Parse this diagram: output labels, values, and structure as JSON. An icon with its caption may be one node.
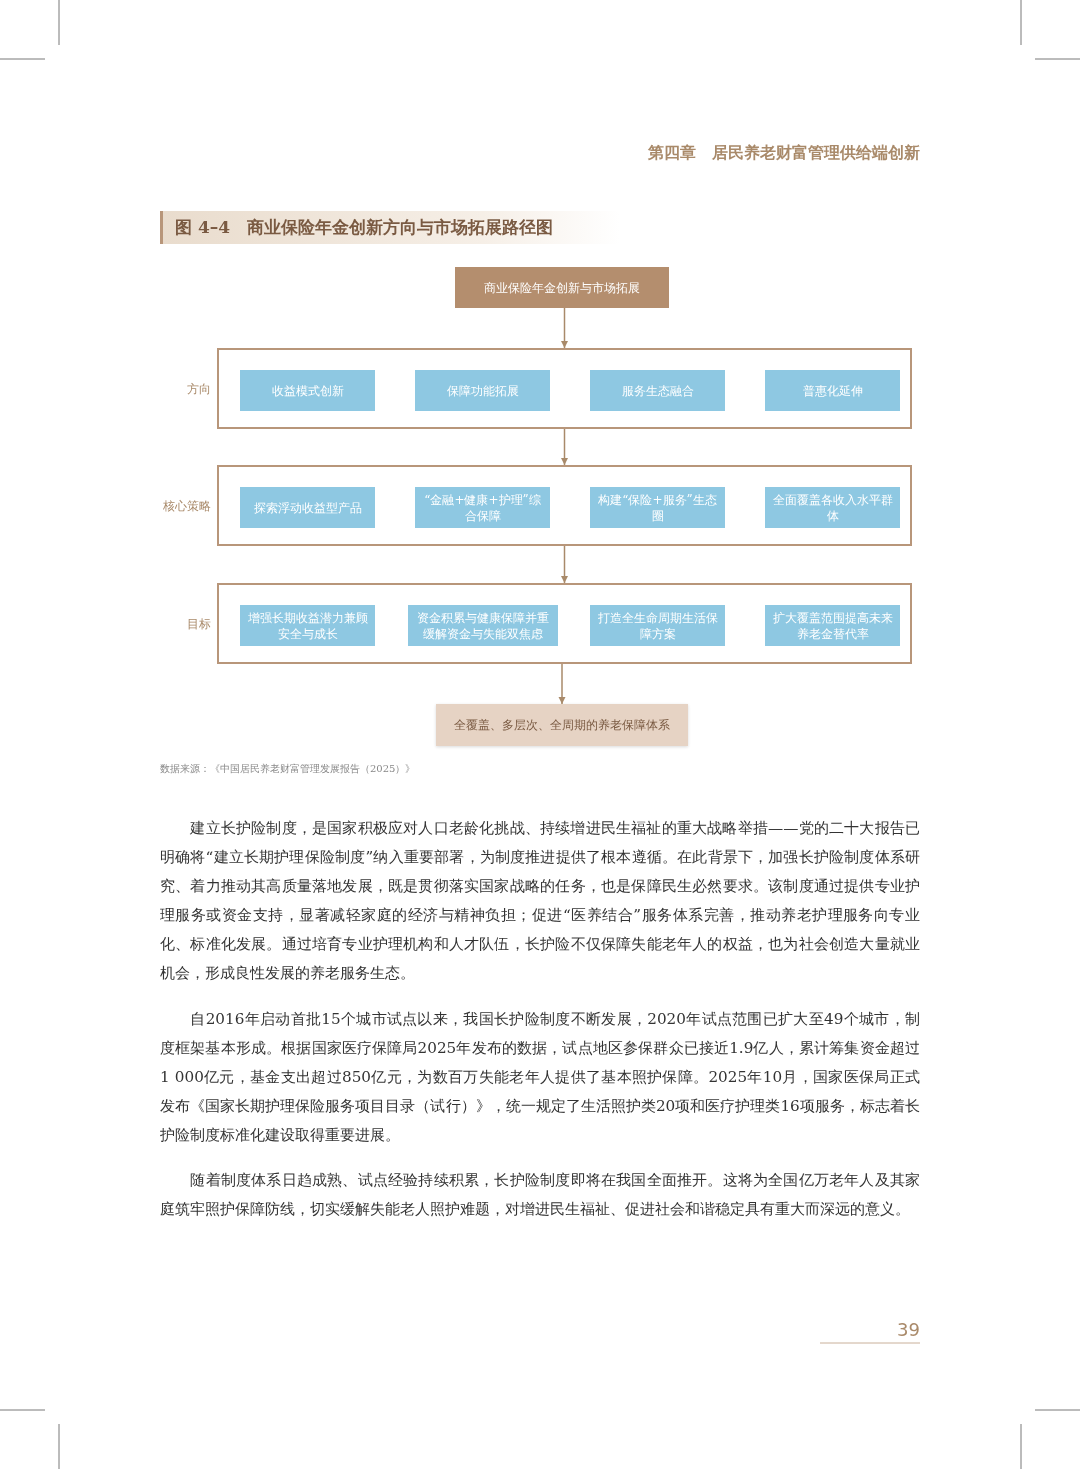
{
  "diagram": {
    "title": "图 4–4　商业保险年金创新方向与市场拓展路径图",
    "caption": "数据来源：《中国居民养老财富管理发展报告（2025）》",
    "nodes": [
      {
        "text": [
          "商业保险年金创新与市场拓展"
        ]
      },
      {
        "text": [],
        "shape": "box",
        "beside": [
          "方向"
        ]
      },
      {
        "text": [
          "收益模式创新"
        ],
        "in": 1
      },
      {
        "text": [
          "保障功能拓展"
        ],
        "in": 1
      },
      {
        "text": [
          "服务生态融合"
        ],
        "in": 1
      },
      {
        "text": [
          "普惠化延伸"
        ],
        "in": 1
      },
      {
        "text": [],
        "shape": "box",
        "beside": [
          "核心策略"
        ]
      },
      {
        "text": [
          "探索浮动收益型产品"
        ],
        "in": 6
      },
      {
        "text": [
          "“金融+健康+护理”综合保障"
        ],
        "in": 6
      },
      {
        "text": [
          "构建“保险+服务”生态圈"
        ],
        "in": 6
      },
      {
        "text": [
          "全面覆盖各收入水平群体"
        ],
        "in": 6
      },
      {
        "text": [],
        "shape": "box",
        "beside": [
          "目标"
        ]
      },
      {
        "text": [
          "增强长期收益潜力兼顾安全与成长"
        ],
        "in": 11
      },
      {
        "text": [
          "资金积累与健康保障并重缓解资金与失能双焦虑"
        ],
        "in": 11
      },
      {
        "text": [
          "打造全生命周期生活保障方案"
        ],
        "in": 11
      },
      {
        "text": [
          "扩大覆盖范围提高未来养老金替代率"
        ],
        "in": 11
      },
      {
        "text": [
          "全覆盖、多层次、全周期的养老保障体系"
        ]
      }
    ],
    "edges": [
      {
        "from": 0,
        "to": 1,
        "arrow": "to"
      },
      {
        "from": 1,
        "to": 6,
        "arrow": "to"
      },
      {
        "from": 6,
        "to": 11,
        "arrow": "to"
      },
      {
        "from": 11,
        "to": 16,
        "arrow": "to"
      }
    ],
    "labels": [
      "第四章　居民养老财富管理供给端创新",
      "建立长护险制度，是国家积极应对人口老龄化挑战、持续增进民生福祉的重大战略举措——党的二十大报告已明确将“建立长期护理保险制度”纳入重要部署，为制度推进提供了根本遵循。在此背景下，加强长护险制度体系研究、着力推动其高质量落地发展，既是贯彻落实国家战略的任务，也是保障民生必然要求。该制度通过提供专业护理服务或资金支持，显著减轻家庭的经济与精神负担；促进“医养结合”服务体系完善，推动养老护理服务向专业化、标准化发展。通过培育专业护理机构和人才队伍，长护险不仅保障失能老年人的权益，也为社会创造大量就业机会，形成良性发展的养老服务生态。",
      "自2016年启动首批15个城市试点以来，我国长护险制度不断发展，2020年试点范围已扩大至49个城市，制度框架基本形成。根据国家医疗保障局2025年发布的数据，试点地区参保群众已接近1.9亿人，累计筹集资金超过1 000亿元，基金支出超过850亿元，为数百万失能老年人提供了基本照护保障。2025年10月，国家医保局正式发布《国家长期护理保险服务项目目录（试行）》，统一规定了生活照护类20项和医疗护理类16项服务，标志着长护险制度标准化建设取得重要进展。",
      "随着制度体系日趋成熟、试点经验持续积累，长护险制度即将在我国全面推开。这将为全国亿万老年人及其家庭筑牢照护保障防线，切实缓解失能老人照护难题，对增进民生福祉、促进社会和谐稳定具有重大而深远的意义。",
      "39"
    ]
  }
}
